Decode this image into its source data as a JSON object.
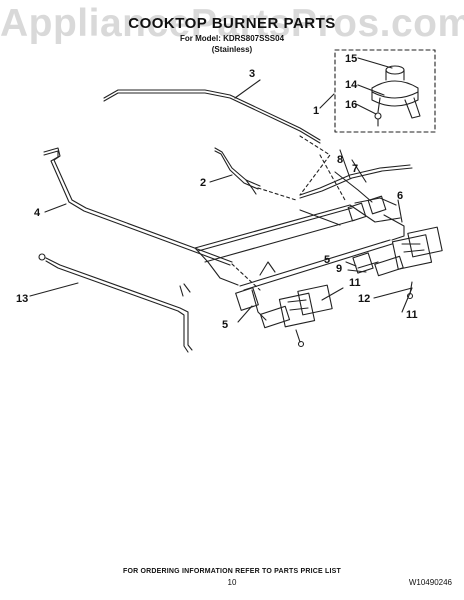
{
  "watermark": "AppliancePartsPros.com",
  "header": {
    "title": "COOKTOP BURNER PARTS",
    "model_line": "For Model: KDRS807SSS04",
    "variant": "(Stainless)"
  },
  "callouts": {
    "c1": "1",
    "c2": "2",
    "c3": "3",
    "c4": "4",
    "c5a": "5",
    "c5b": "5",
    "c6": "6",
    "c7": "7",
    "c8": "8",
    "c9": "9",
    "c11a": "11",
    "c11b": "11",
    "c12": "12",
    "c13": "13",
    "c14": "14",
    "c15": "15",
    "c16": "16"
  },
  "footer": {
    "ordering_note": "FOR ORDERING INFORMATION REFER TO PARTS PRICE LIST",
    "page_number": "10",
    "document_number": "W10490246"
  }
}
